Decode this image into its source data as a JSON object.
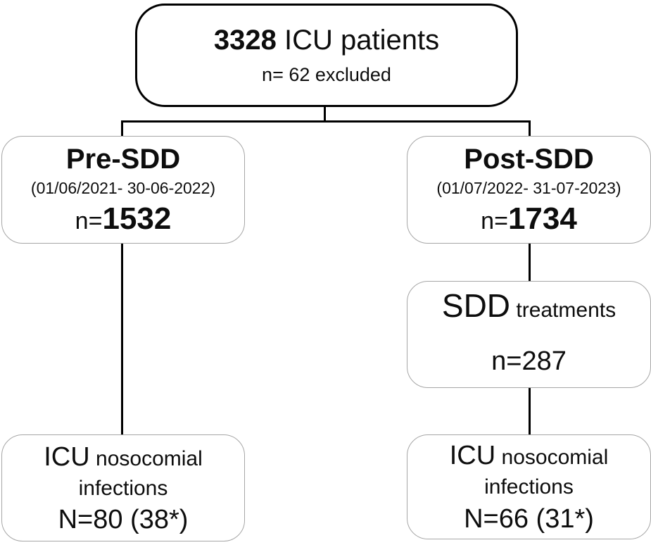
{
  "diagram": {
    "top_box": {
      "count": "3328",
      "label": " ICU patients",
      "subtext": "n= 62 excluded"
    },
    "pre_sdd": {
      "title": "Pre-SDD",
      "period": "(01/06/2021- 30-06-2022)",
      "n_prefix": "n=",
      "n_value": "1532"
    },
    "post_sdd": {
      "title": "Post-SDD",
      "period": "(01/07/2022- 31-07-2023)",
      "n_prefix": "n=",
      "n_value": "1734"
    },
    "sdd_treatments": {
      "title": "SDD",
      "title_suffix": " treatments",
      "n_text": "n=287"
    },
    "icu_infections_pre": {
      "title": "ICU",
      "title_suffix": " nosocomial",
      "line2": "infections",
      "n_text": "N=80 (38*)"
    },
    "icu_infections_post": {
      "title": "ICU",
      "title_suffix": " nosocomial",
      "line2": "infections",
      "n_text": "N=66 (31*)"
    },
    "colors": {
      "background": "#ffffff",
      "dark_border": "#000000",
      "light_border": "#a6a6a6",
      "text": "#0d0d0d"
    }
  }
}
